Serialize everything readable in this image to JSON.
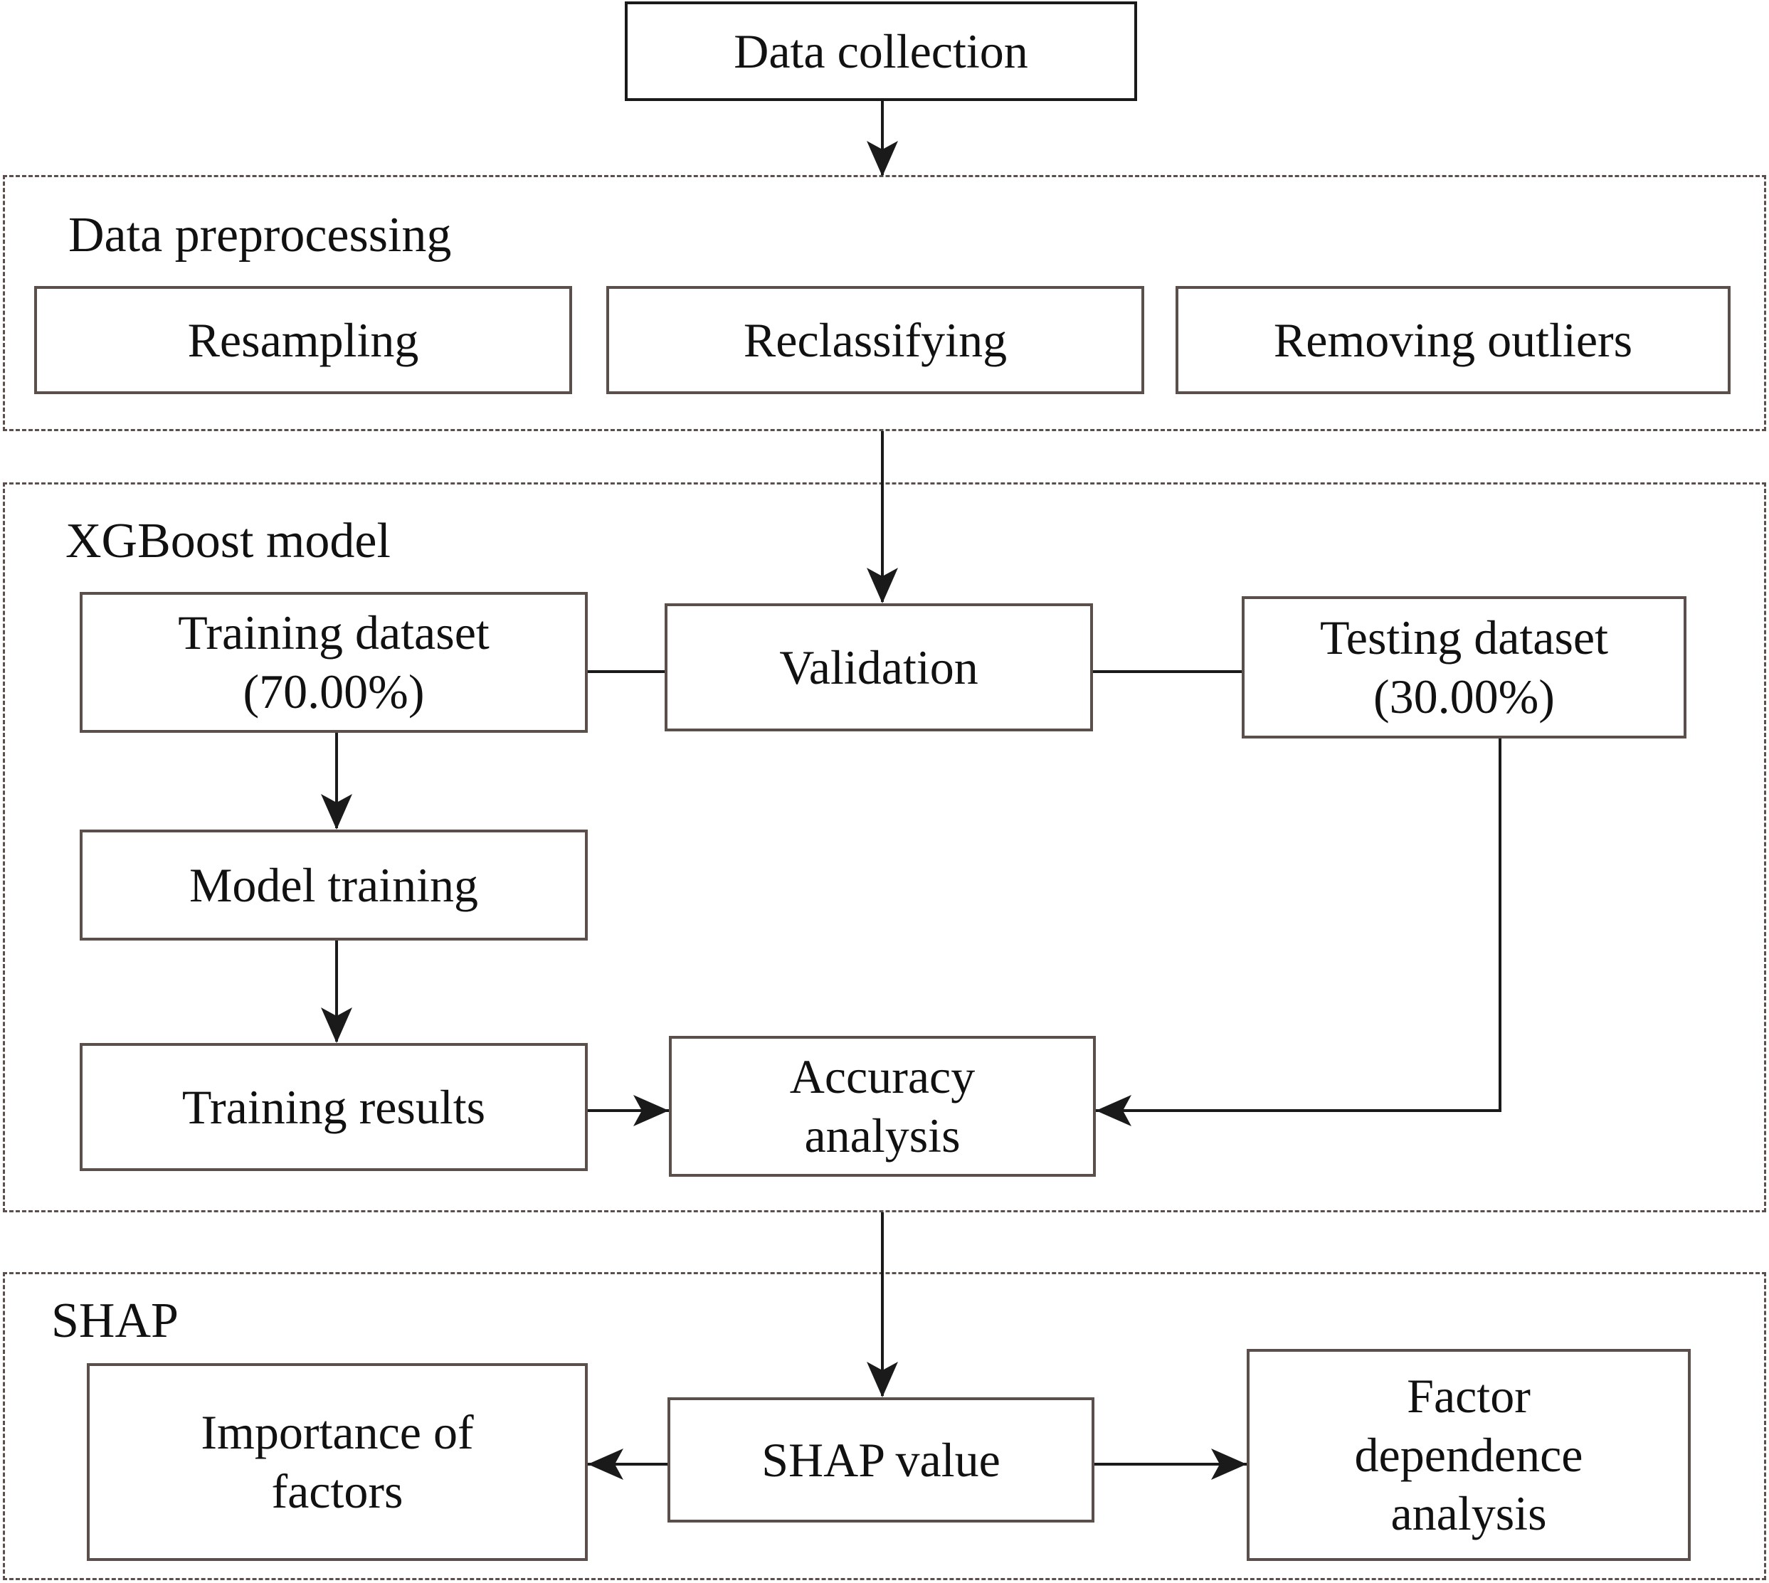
{
  "nodes": {
    "data_collection": "Data collection",
    "resampling": "Resampling",
    "reclassifying": "Reclassifying",
    "removing_outliers": "Removing outliers",
    "training_dataset": "Training dataset\n(70.00%)",
    "validation": "Validation",
    "testing_dataset": "Testing dataset\n(30.00%)",
    "model_training": "Model training",
    "training_results": "Training results",
    "accuracy_analysis": "Accuracy\nanalysis",
    "importance_of_factors": "Importance of\nfactors",
    "shap_value": "SHAP value",
    "factor_dependence_analysis": "Factor\ndependence\nanalysis"
  },
  "groups": {
    "preprocessing": "Data preprocessing",
    "xgboost": "XGBoost model",
    "shap": "SHAP"
  },
  "colors": {
    "box_border": "#5a4f4a",
    "dashed_border": "#5a4f4a",
    "arrow": "#1a1a1a"
  }
}
